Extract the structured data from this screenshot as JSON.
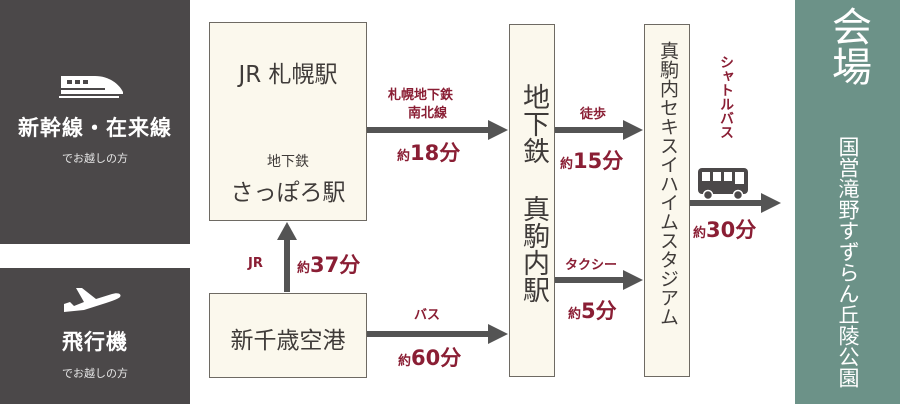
{
  "left_panels": {
    "shinkansen": {
      "title": "新幹線・在来線",
      "sub": "でお越しの方",
      "icon": "bullet-train-icon"
    },
    "airplane": {
      "title": "飛行機",
      "sub": "でお越しの方",
      "icon": "airplane-icon"
    }
  },
  "stations": {
    "jr_sapporo": "JR 札幌駅",
    "subway_label": "地下鉄",
    "sapporo_station_hiragana": "さっぽろ駅",
    "new_chitose": "新千歳空港",
    "makomanai_subway": "地下鉄 真駒内駅",
    "sekisui_stadium": "真駒内セキスイハイムスタジアム"
  },
  "routes": {
    "subway_line_1": "札幌地下鉄",
    "subway_line_2": "南北線",
    "subway_yaku": "約",
    "subway_time": "18分",
    "jr_label": "JR",
    "jr_yaku": "約",
    "jr_time": "37分",
    "bus_label": "バス",
    "bus_yaku": "約",
    "bus_time": "60分",
    "walk_label": "徒歩",
    "walk_yaku": "約",
    "walk_time": "15分",
    "taxi_label": "タクシー",
    "taxi_yaku": "約",
    "taxi_time": "5分",
    "shuttle_label": "シャトルバス",
    "shuttle_yaku": "約",
    "shuttle_time": "30分"
  },
  "venue": {
    "title": "会場",
    "name": "国営滝野すずらん丘陵公園"
  },
  "colors": {
    "panel": "#4b4849",
    "box_fill": "#fbf8ed",
    "arrow": "#545454",
    "accent_red": "#8a1e34",
    "venue": "#6c9288"
  }
}
